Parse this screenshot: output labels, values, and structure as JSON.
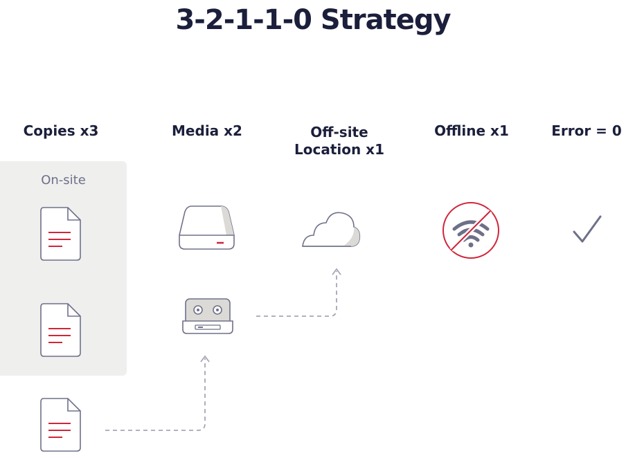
{
  "title": "3-2-1-1-0 Strategy",
  "columns": {
    "copies": "Copies x3",
    "media": "Media x2",
    "offsite_line1": "Off-site",
    "offsite_line2": "Location x1",
    "offline": "Offline x1",
    "error": "Error = 0"
  },
  "onsite_label": "On-site",
  "icons": {
    "copy_1": "document-icon",
    "copy_2": "document-icon",
    "copy_3": "document-icon",
    "media_1": "hard-drive-icon",
    "media_2": "tape-cartridge-icon",
    "offsite": "cloud-icon",
    "offline": "no-wifi-icon",
    "error": "checkmark-icon"
  },
  "colors": {
    "navy": "#1b1f3b",
    "accent_red": "#d0253a",
    "outline_gray": "#6e7088",
    "panel_gray": "#efefee",
    "arrow_gray": "#a4a6b6"
  }
}
